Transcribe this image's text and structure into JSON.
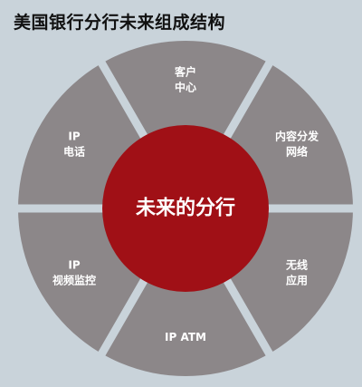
{
  "title": "美国银行分行未来组成结构",
  "center": {
    "label": "未来的分行"
  },
  "segments": [
    {
      "lines": [
        "客户",
        "中心"
      ]
    },
    {
      "lines": [
        "内容分发",
        "网络"
      ]
    },
    {
      "lines": [
        "无线",
        "应用"
      ]
    },
    {
      "lines": [
        "IP ATM"
      ]
    },
    {
      "lines": [
        "IP",
        "视频监控"
      ]
    },
    {
      "lines": [
        "IP",
        "电话"
      ]
    }
  ],
  "colors": {
    "background": "#c9d3da",
    "segment": "#8c8789",
    "divider": "#c9d3da",
    "center": "#a01016",
    "text": "#ffffff"
  }
}
